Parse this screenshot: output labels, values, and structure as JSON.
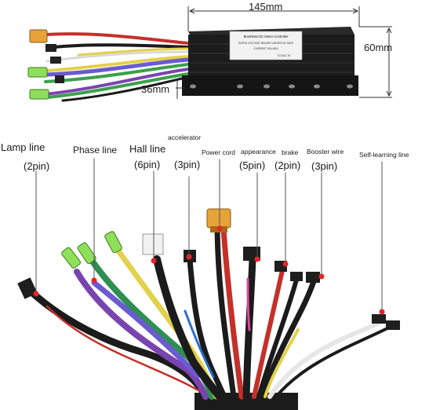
{
  "dimensions": {
    "width": "145mm",
    "height": "60mm",
    "depth": "36mm"
  },
  "controller_label": {
    "line1": "Brushless DC Motor Controller",
    "line2": "RATED VOLTAGE 36V/48V  UNDERVOLTAGE",
    "line3": "CURRENT  30A MAX",
    "line4": "TO-002-TK"
  },
  "labels": {
    "lamp_line": "Lamp line",
    "lamp_pins": "(2pin)",
    "phase_line": "Phase line",
    "hall_line": "Hall line",
    "hall_pins": "(6pin)",
    "accelerator": "accelerator",
    "accelerator_pins": "(3pin)",
    "power_cord": "Power cord",
    "appearance": "appearance",
    "appearance_pins": "(5pin)",
    "brake": "brake",
    "brake_pins": "(2pin)",
    "booster_wire": "Booster wire",
    "booster_pins": "(3pin)",
    "self_learning": "Self-learning line"
  },
  "colors": {
    "controller_body": "#1c1c1c",
    "marker": "#e3262b",
    "phase_green": "#8ee05a",
    "phase_blue": "#6a5bd0",
    "hall_yellow": "#e2d14a",
    "power_red": "#c4302a",
    "power_connector": "#e8a23a",
    "wire_black": "#1b1b1b",
    "wire_white": "#e6e6e6"
  }
}
